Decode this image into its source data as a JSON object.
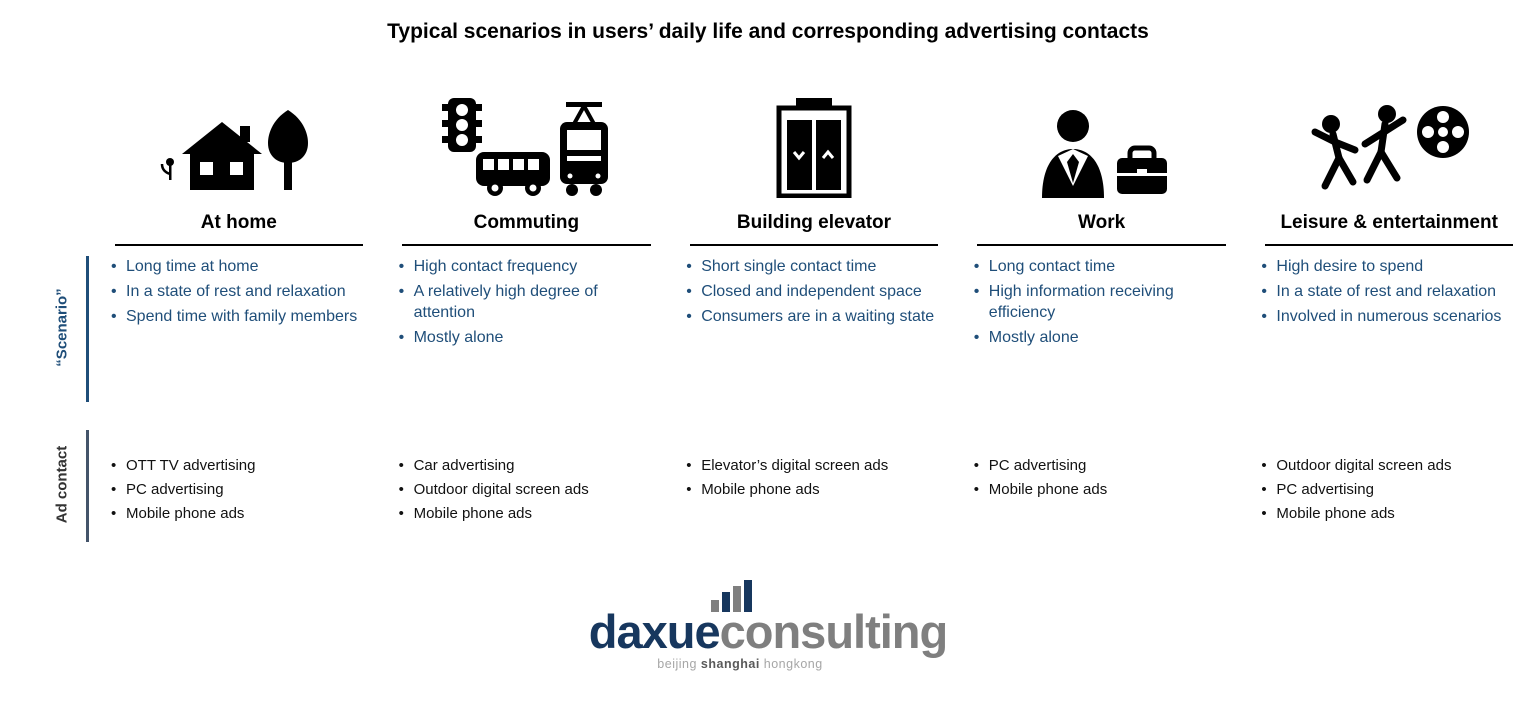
{
  "title": "Typical scenarios in users’ daily life and corresponding advertising contacts",
  "row_labels": {
    "scenario": "“Scenario”",
    "ad_contact": "Ad contact"
  },
  "columns": [
    {
      "heading": "At home",
      "icon": "home-icon",
      "scenario_points": [
        "Long time at home",
        "In a state of rest and relaxation",
        "Spend time with family members"
      ],
      "ad_contact_points": [
        "OTT TV advertising",
        "PC advertising",
        "Mobile phone ads"
      ]
    },
    {
      "heading": "Commuting",
      "icon": "commuting-icon",
      "scenario_points": [
        "High contact frequency",
        "A relatively high degree of attention",
        "Mostly alone"
      ],
      "ad_contact_points": [
        "Car advertising",
        "Outdoor digital screen ads",
        "Mobile phone ads"
      ]
    },
    {
      "heading": "Building elevator",
      "icon": "elevator-icon",
      "scenario_points": [
        "Short single contact time",
        "Closed and independent space",
        "Consumers are in a waiting state"
      ],
      "ad_contact_points": [
        "Elevator’s digital screen ads",
        "Mobile phone ads"
      ]
    },
    {
      "heading": "Work",
      "icon": "work-icon",
      "scenario_points": [
        "Long contact time",
        "High information receiving efficiency",
        "Mostly alone"
      ],
      "ad_contact_points": [
        "PC advertising",
        "Mobile phone ads"
      ]
    },
    {
      "heading": "Leisure & entertainment",
      "icon": "leisure-icon",
      "scenario_points": [
        "High desire to spend",
        "In a state of rest and relaxation",
        "Involved in numerous scenarios"
      ],
      "ad_contact_points": [
        "Outdoor digital screen ads",
        "PC advertising",
        "Mobile phone ads"
      ]
    }
  ],
  "logo": {
    "name_left": "daxue",
    "name_right": "consulting",
    "tagline": [
      "beijing",
      "shanghai",
      "hongkong"
    ]
  },
  "colors": {
    "scenario_blue": "#1F4E79",
    "text_black": "#111111",
    "ad_label_line": "#44546A",
    "logo_navy": "#17375E",
    "logo_gray": "#7F7F7F"
  }
}
